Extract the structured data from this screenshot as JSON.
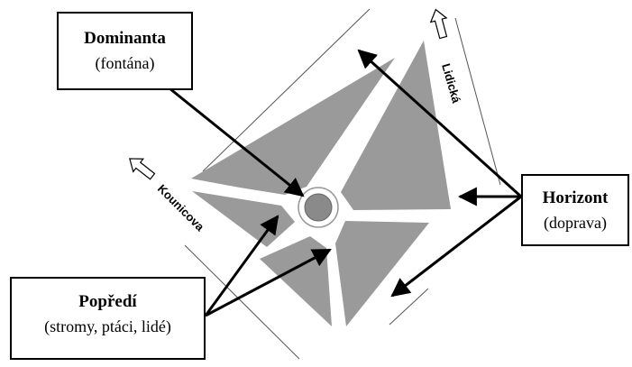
{
  "labels": {
    "dominanta": {
      "title": "Dominanta",
      "subtitle": "(fontána)"
    },
    "horizont": {
      "title": "Horizont",
      "subtitle": "(doprava)"
    },
    "popredi": {
      "title": "Popředí",
      "subtitle": "(stromy, ptáci, lidé)"
    }
  },
  "streets": {
    "lidicka": "Lidická",
    "kounicova": "Kounicova"
  },
  "colors": {
    "plaza_fill": "#9a9a9a",
    "fountain_fill": "#8a8a8a",
    "line": "#000000",
    "road_line": "#555555"
  }
}
